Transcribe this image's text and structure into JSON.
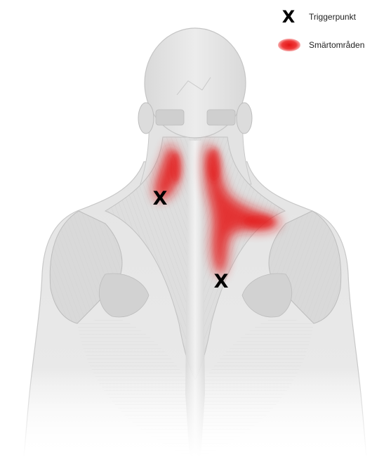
{
  "legend": {
    "trigger_symbol": "X",
    "trigger_label": "Triggerpunkt",
    "pain_label": "Smärtområden"
  },
  "markers": [
    {
      "symbol": "X",
      "name": "trigger-point-left-neck"
    },
    {
      "symbol": "X",
      "name": "trigger-point-spine"
    }
  ],
  "colors": {
    "pain": "#e41414",
    "skin": "#e6e6e6",
    "muscle": "#cfcfcf",
    "trigger": "#000000"
  }
}
